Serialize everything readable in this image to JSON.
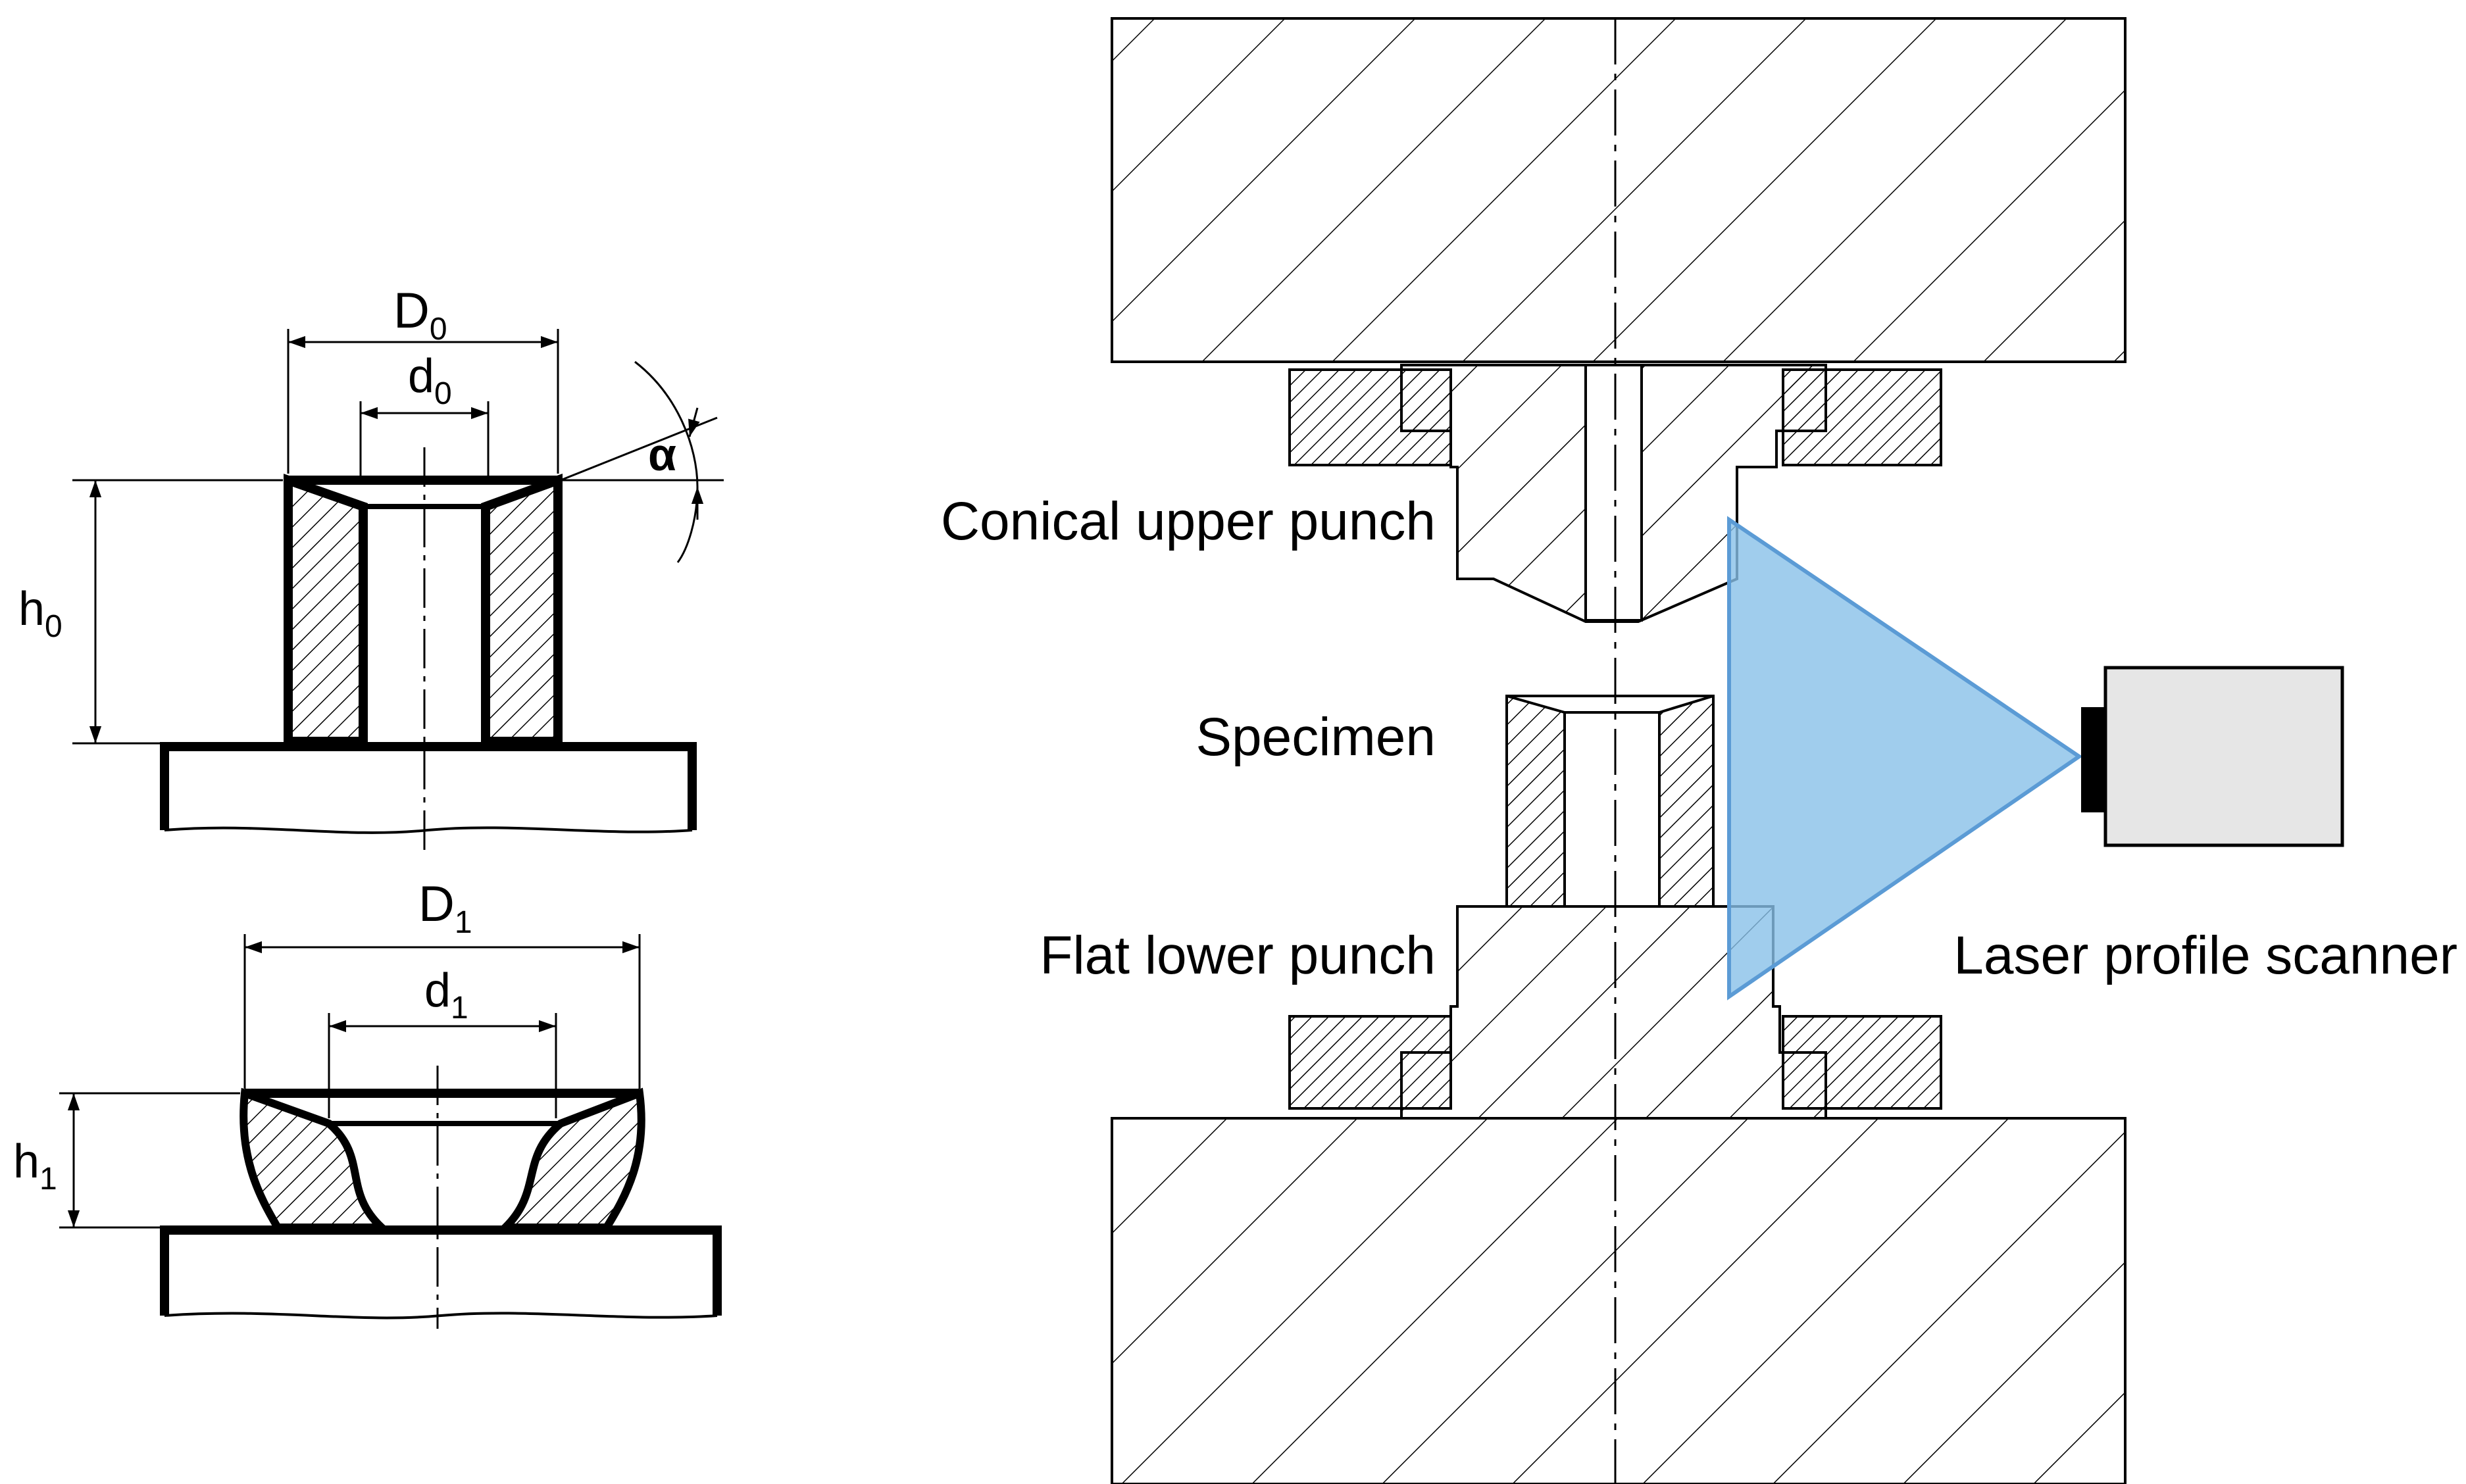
{
  "left_figure": {
    "initial": {
      "outer_diameter": {
        "main": "D",
        "sub": "0"
      },
      "inner_diameter": {
        "main": "d",
        "sub": "0"
      },
      "height": {
        "main": "h",
        "sub": "0"
      },
      "cone_angle": "α"
    },
    "deformed": {
      "outer_diameter": {
        "main": "D",
        "sub": "1"
      },
      "inner_diameter": {
        "main": "d",
        "sub": "1"
      },
      "height": {
        "main": "h",
        "sub": "1"
      }
    }
  },
  "right_figure": {
    "labels": {
      "upper_punch": "Conical upper punch",
      "specimen": "Specimen",
      "lower_punch": "Flat lower punch",
      "scanner": "Laser profile scanner"
    },
    "colors": {
      "laser_fill": "#88c0e8",
      "laser_stroke": "#5b9bd5",
      "scanner_body": "#e6e6e6"
    }
  }
}
